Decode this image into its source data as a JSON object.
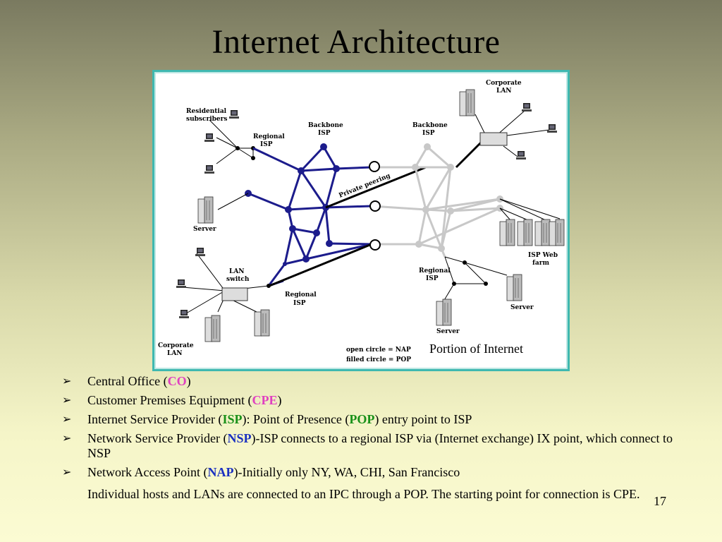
{
  "slide": {
    "title": "Internet Architecture",
    "page_number": "17"
  },
  "diagram": {
    "labels": {
      "residential": [
        "Residential",
        "subscribers"
      ],
      "regional_isp_left": [
        "Regional",
        "ISP"
      ],
      "backbone_left": [
        "Backbone",
        "ISP"
      ],
      "backbone_right": [
        "Backbone",
        "ISP"
      ],
      "corporate_lan_top": [
        "Corporate",
        "LAN"
      ],
      "private_peering": "Private peering",
      "server_left": "Server",
      "isp_web_farm": [
        "ISP Web",
        "farm"
      ],
      "lan_switch": [
        "LAN",
        "switch"
      ],
      "regional_isp_bottom": [
        "Regional",
        "ISP"
      ],
      "regional_isp_right": [
        "Regional",
        "ISP"
      ],
      "server_right": "Server",
      "server_bottom": "Server",
      "corporate_lan_bottom": [
        "Corporate",
        "LAN"
      ],
      "legend_nap": "open circle = NAP",
      "legend_pop": "filled circle = POP"
    },
    "caption": "Portion of Internet",
    "colors": {
      "backbone_left": "#1c1c8c",
      "backbone_right": "#c8c8c8",
      "frame": "#3fb8b0"
    }
  },
  "bullets": [
    {
      "pre": "Central Office (",
      "term": "CO",
      "term_color": "pink",
      "post": ")"
    },
    {
      "pre": "Customer Premises Equipment (",
      "term": "CPE",
      "term_color": "pink",
      "post": ")"
    },
    {
      "pre": "Internet Service Provider (",
      "term": "ISP",
      "term_color": "green",
      "mid": "): Point of Presence (",
      "term2": "POP",
      "post": ") entry point to ISP"
    },
    {
      "pre": "Network Service Provider (",
      "term": "NSP",
      "term_color": "blue",
      "post": ")-ISP connects to a regional ISP via (Internet exchange) IX point, which connect to NSP"
    },
    {
      "pre": "Network Access Point (",
      "term": "NAP",
      "term_color": "blue",
      "post": ")-Initially only NY, WA, CHI, San Francisco"
    }
  ],
  "paragraph": "Individual hosts and LANs are connected to an IPC through a POP. The starting point for connection is CPE."
}
